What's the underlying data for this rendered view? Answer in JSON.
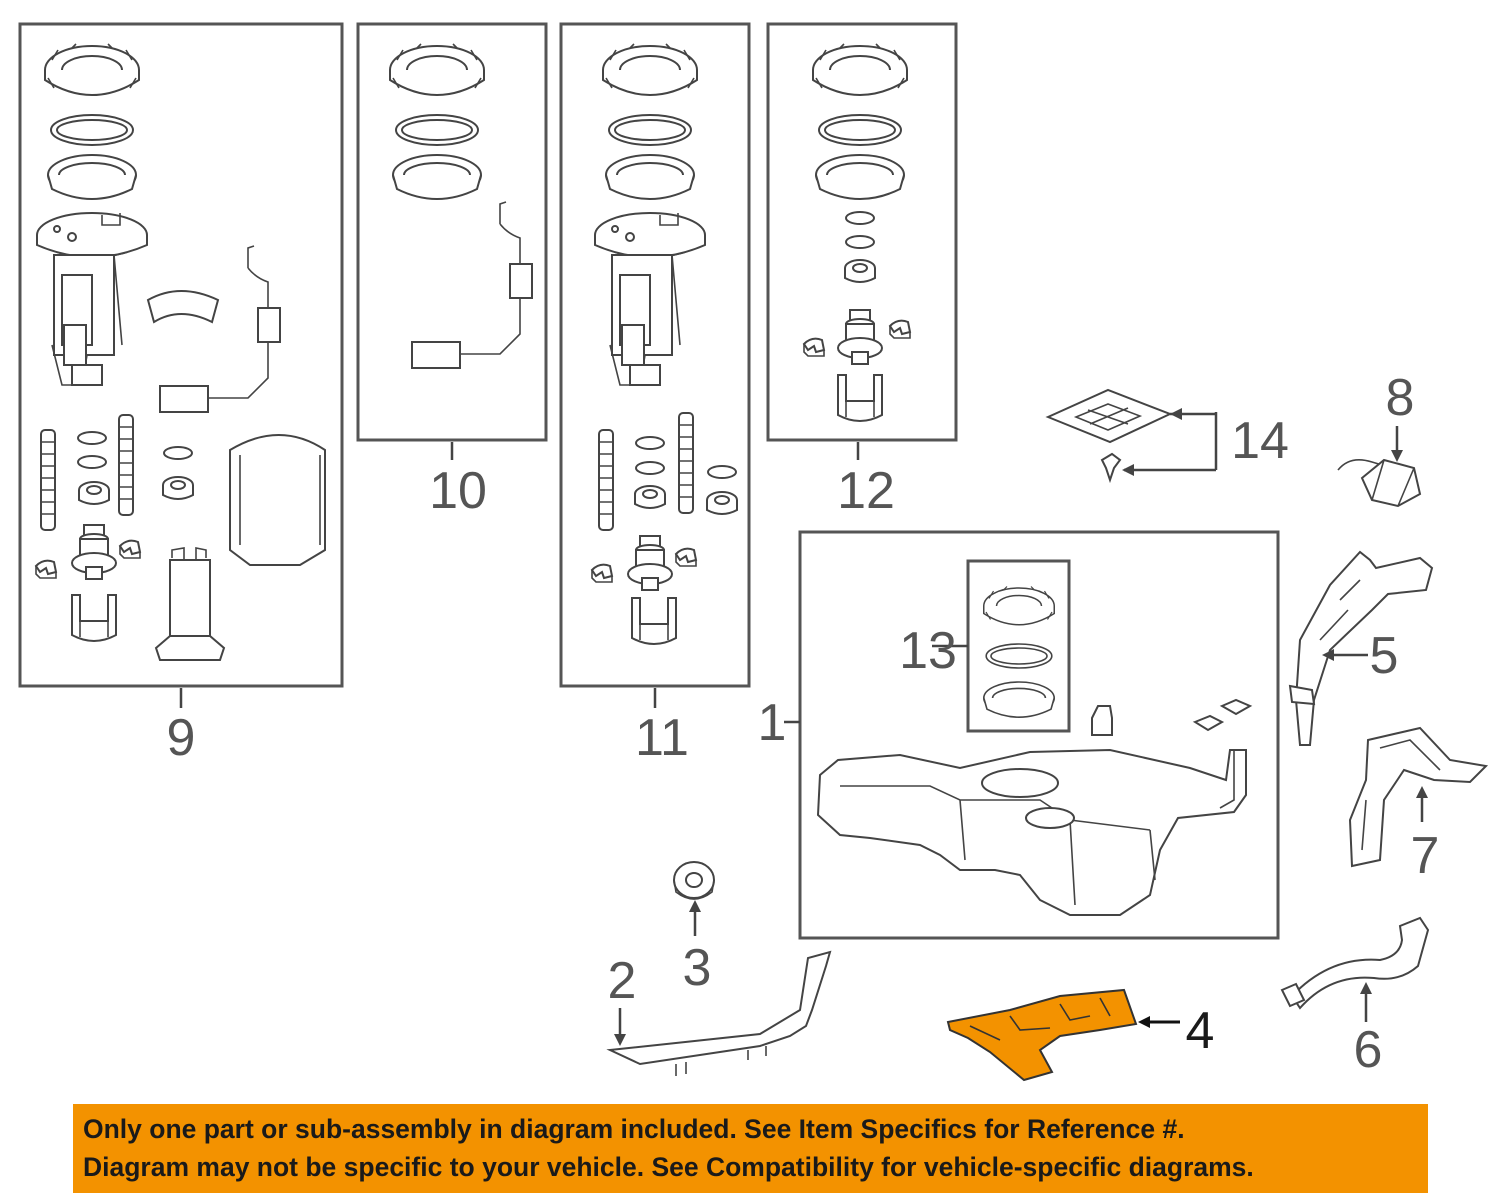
{
  "callouts": {
    "c1": "1",
    "c2": "2",
    "c3": "3",
    "c4": "4",
    "c5": "5",
    "c6": "6",
    "c7": "7",
    "c8": "8",
    "c9": "9",
    "c10": "10",
    "c11": "11",
    "c12": "12",
    "c13": "13",
    "c14": "14"
  },
  "highlight_color": "#f39200",
  "banner": {
    "line1": "Only one part or sub-assembly in diagram included. See Item Specifics for Reference #.",
    "line2": "Diagram may not be specific to your vehicle. See Compatibility for vehicle-specific diagrams."
  }
}
